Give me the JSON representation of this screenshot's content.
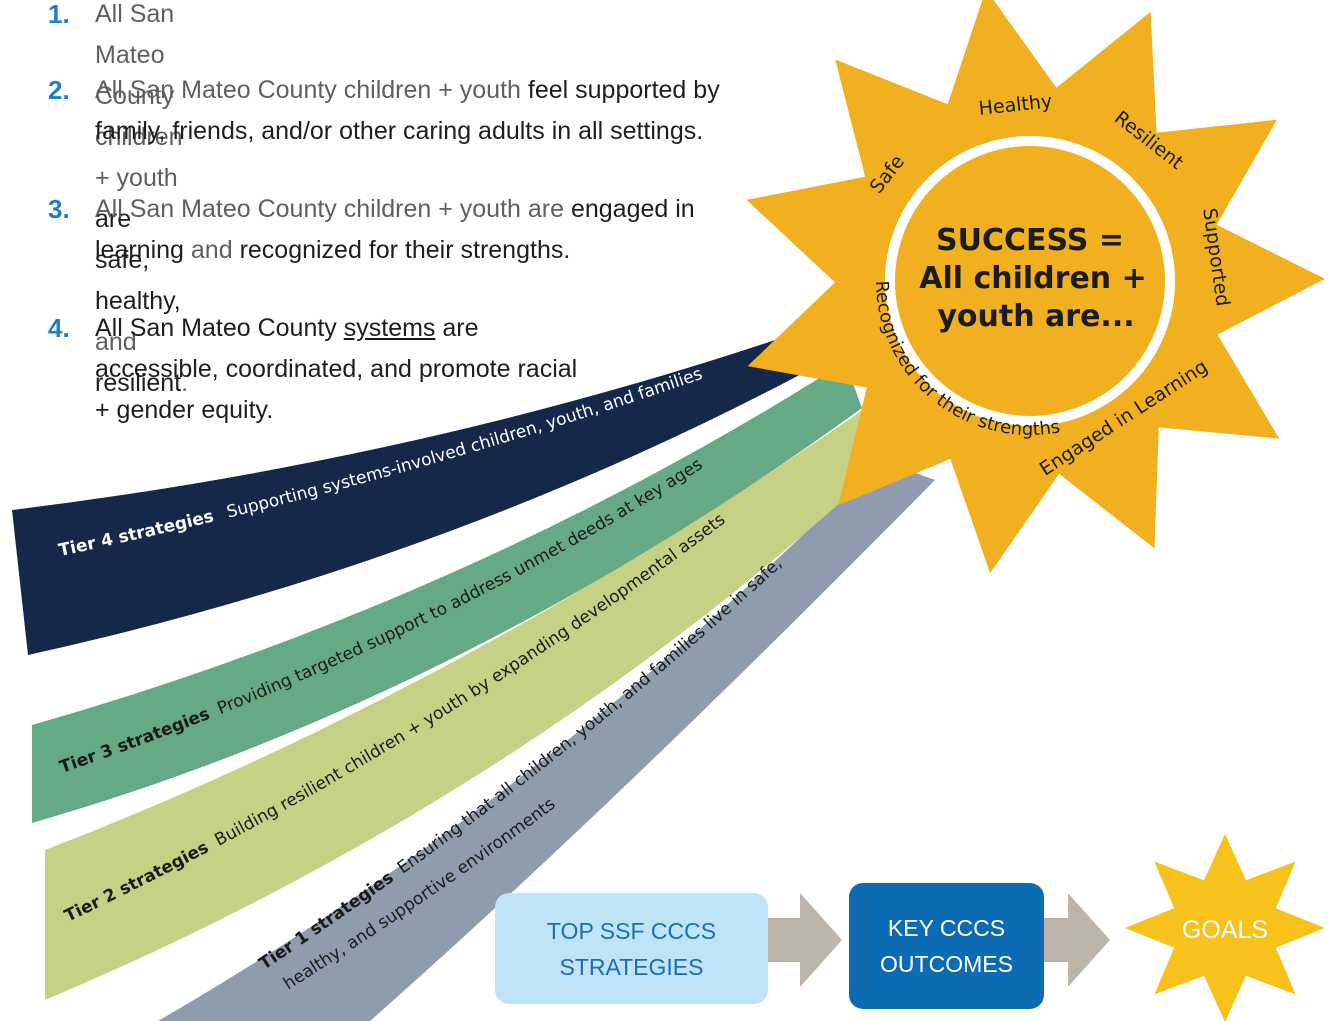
{
  "goals": [
    {
      "number": "1.",
      "parts": [
        "All San Mateo County children + youth ",
        "are safe, healthy,",
        " and ",
        "resilient",
        "."
      ]
    },
    {
      "number": "2.",
      "parts": [
        "All San Mateo County children + youth ",
        "feel supported by",
        "family, friends, and/or other caring adults in all settings."
      ]
    },
    {
      "number": "3.",
      "parts": [
        "All San Mateo County children + youth are ",
        "engaged in",
        "learning",
        " and ",
        "recognized for their strengths."
      ]
    },
    {
      "number": "4.",
      "parts": [
        "All San Mateo County ",
        "systems",
        " are",
        "accessible, coordinated, and promote racial",
        "+ gender equity."
      ]
    }
  ],
  "sun": {
    "center_lines": [
      "SUCCESS =",
      "All children +",
      "youth are..."
    ],
    "ring_labels": [
      "Safe",
      "Healthy",
      "Resilient",
      "Supported",
      "Engaged in Learning",
      "Recognized for their strengths"
    ]
  },
  "tiers": [
    {
      "tier": "Tier 4 strategies",
      "text": "Supporting systems-involved children, youth, and families",
      "color": "#15284a"
    },
    {
      "tier": "Tier 3 strategies",
      "text": "Providing targeted support to address unmet deeds at key ages",
      "color": "#66a985"
    },
    {
      "tier": "Tier 2 strategies",
      "text": "Building resilient children + youth by expanding developmental assets",
      "color": "#c7d185"
    },
    {
      "tier": "Tier 1 strategies",
      "text": "Ensuring that all children, youth, and families live in safe,",
      "text2": "healthy, and supportive environments",
      "color": "#8e9cae"
    }
  ],
  "flow": {
    "box1": [
      "TOP SSF CCCS",
      "STRATEGIES"
    ],
    "box2": [
      "KEY CCCS",
      "OUTCOMES"
    ],
    "goals": "GOALS"
  },
  "colors": {
    "sun": "#f0b020",
    "sun_outline": "#ffffff",
    "goal_number": "#1f7fc6",
    "box1_fill": "#bfe3f7",
    "box1_text": "#1a6fb0",
    "box2_fill": "#0c6bb3",
    "arrow": "#bdb5a9",
    "goal_star": "#f7c21b"
  }
}
